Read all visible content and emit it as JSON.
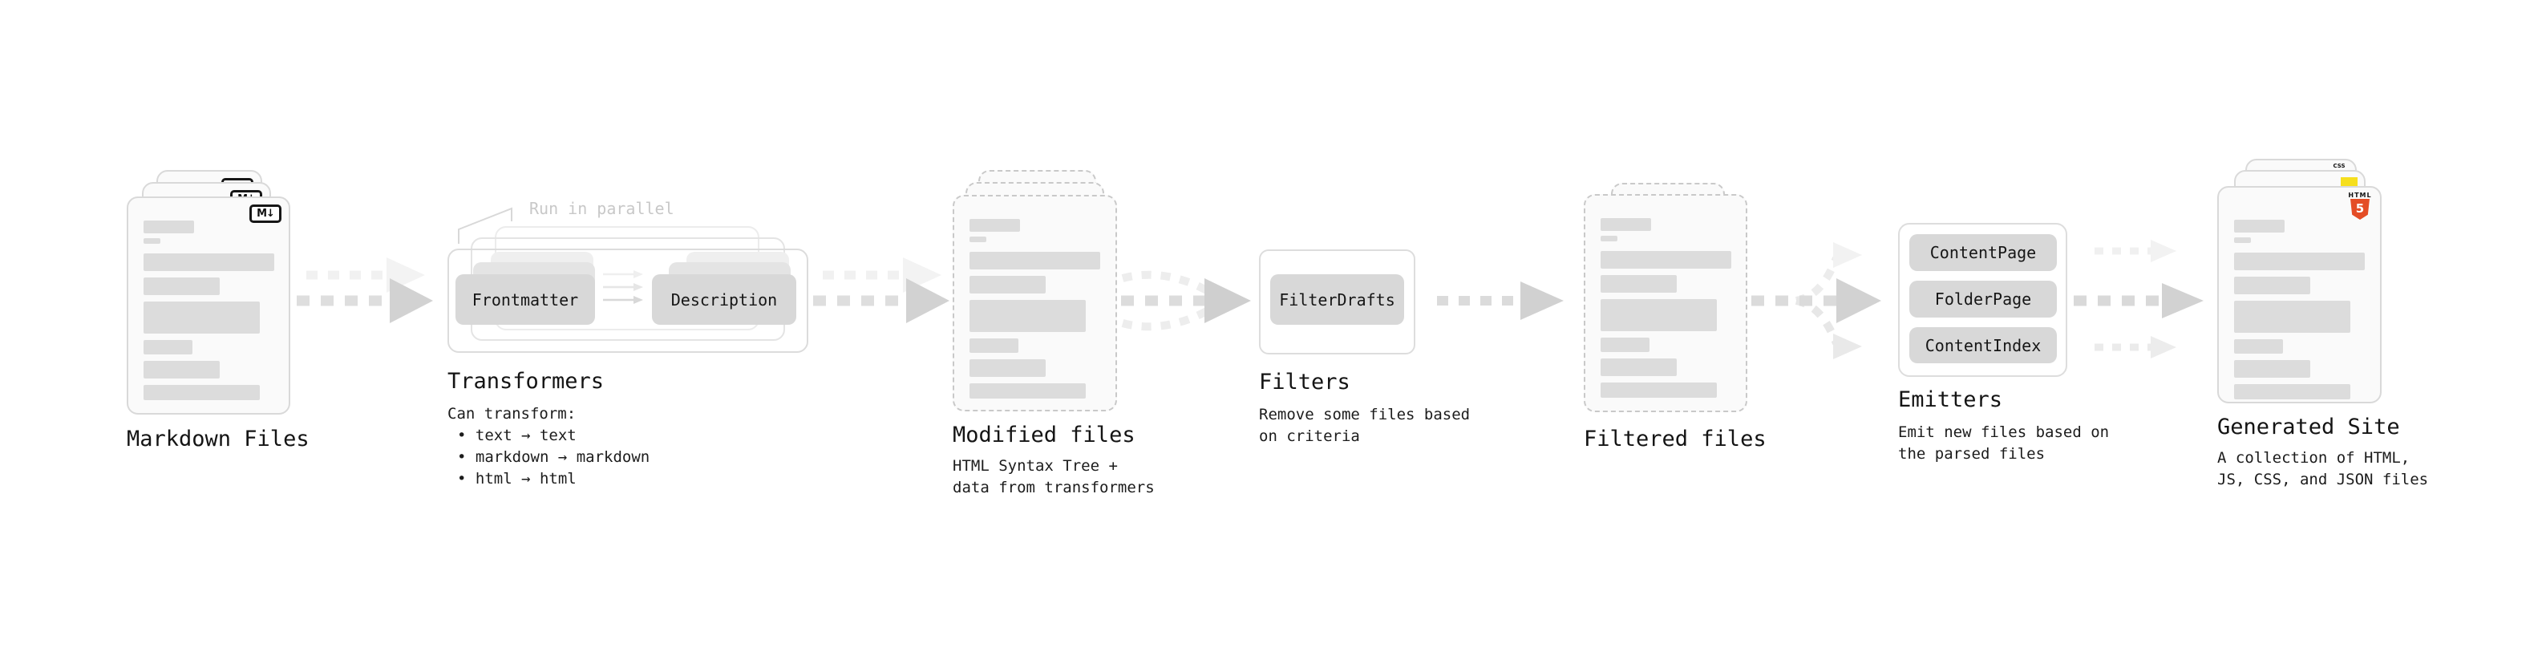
{
  "colors": {
    "page_bg": "#ffffff",
    "card_bg": "#fafafa",
    "card_border": "#d9d9d9",
    "dashed_border": "#c9c9c9",
    "bar_fill": "#dcdcdc",
    "process_box_bg": "#d8d8d8",
    "arrow_gray": "#d2d2d2",
    "text_primary": "#161616",
    "callout_text": "#c8c8c8",
    "html5_orange": "#e44d26",
    "js_yellow": "#f6df1d",
    "css_blue": "#2760e8"
  },
  "stages": {
    "markdown_files": {
      "label": "Markdown Files",
      "file_badge": "M↓"
    },
    "transformers": {
      "callout": "Run in parallel",
      "step_boxes": [
        "Frontmatter",
        "Description"
      ],
      "title": "Transformers",
      "desc_heading": "Can transform:",
      "bullets": [
        "• text → text",
        "• markdown → markdown",
        "• html → html"
      ]
    },
    "modified_files": {
      "label": "Modified files",
      "desc": [
        "HTML Syntax Tree +",
        "data from transformers"
      ]
    },
    "filters": {
      "box": "FilterDrafts",
      "title": "Filters",
      "desc": [
        "Remove some files based",
        "on criteria"
      ]
    },
    "filtered_files": {
      "label": "Filtered files"
    },
    "emitters": {
      "boxes": [
        "ContentPage",
        "FolderPage",
        "ContentIndex"
      ],
      "title": "Emitters",
      "desc": [
        "Emit new files based on",
        "the parsed files"
      ]
    },
    "generated_site": {
      "label": "Generated Site",
      "desc": [
        "A collection of HTML,",
        "JS, CSS, and JSON files"
      ],
      "html5_badge_label": "HTML",
      "html5_badge_number": "5",
      "css_badge_label": "CSS"
    }
  }
}
